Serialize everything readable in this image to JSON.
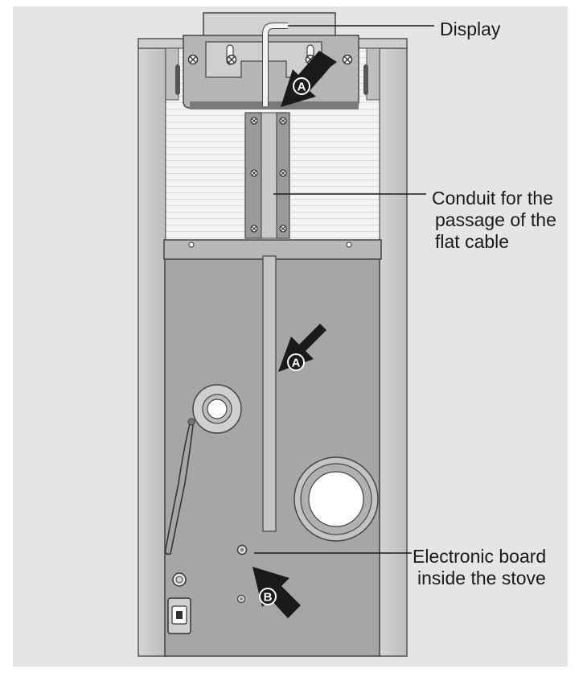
{
  "callouts": {
    "display": "Display",
    "conduit_line1": "Conduit for the",
    "conduit_line2": "passage of the",
    "conduit_line3": "flat cable",
    "board_line1": "Electronic board",
    "board_line2": "inside the stove"
  },
  "markers": {
    "upper_arrow": "A",
    "middle_arrow": "A",
    "lower_arrow": "B"
  },
  "colors": {
    "background": "#e5e5e5",
    "panel": "#a6a6a6",
    "frame": "#c8c8c8",
    "arrow": "#1a1a1a"
  }
}
